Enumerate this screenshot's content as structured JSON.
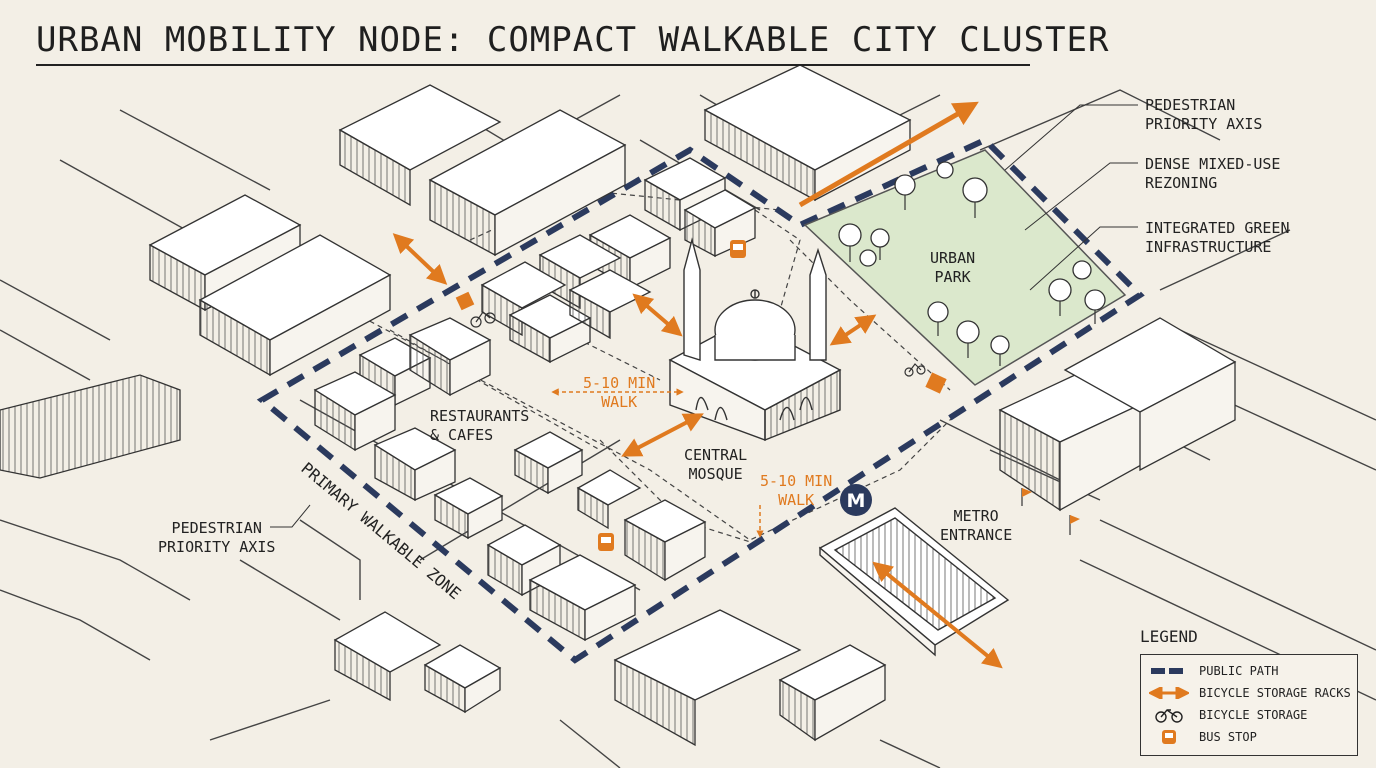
{
  "title": "URBAN MOBILITY NODE: COMPACT WALKABLE CITY CLUSTER",
  "labels": {
    "ped_axis_right": [
      "PEDESTRIAN",
      "PRIORITY AXIS"
    ],
    "dense_mixed": [
      "DENSE MIXED-USE",
      "REZONING"
    ],
    "green_infra": [
      "INTEGRATED GREEN",
      "INFRASTRUCTURE"
    ],
    "urban_park": [
      "URBAN",
      "PARK"
    ],
    "restaurants": [
      "RESTAURANTS",
      "& CAFES"
    ],
    "central_mosque": [
      "CENTRAL",
      "MOSQUE"
    ],
    "walk_left": [
      "5-10 MIN",
      "WALK"
    ],
    "walk_right": [
      "5-10 MIN",
      "WALK"
    ],
    "metro_entrance": [
      "METRO",
      "ENTRANCE"
    ],
    "ped_axis_left": [
      "PEDESTRIAN",
      "PRIORITY AXIS"
    ],
    "primary_zone": "PRIMARY WALKABLE ZONE",
    "metro_symbol": "M"
  },
  "legend": {
    "title": "LEGEND",
    "items": [
      {
        "label": "PUBLIC PATH",
        "icon": "dashed-navy-line"
      },
      {
        "label": "BICYCLE STORAGE RACKS",
        "icon": "orange-double-arrow"
      },
      {
        "label": "BICYCLE STORAGE",
        "icon": "bicycle-icon"
      },
      {
        "label": "BUS STOP",
        "icon": "bus-icon"
      }
    ]
  },
  "colors": {
    "background": "#f3efe6",
    "path_navy": "#2b3a5e",
    "accent_orange": "#e07a1f",
    "park_green": "#dbe8cc",
    "ink": "#222222"
  }
}
